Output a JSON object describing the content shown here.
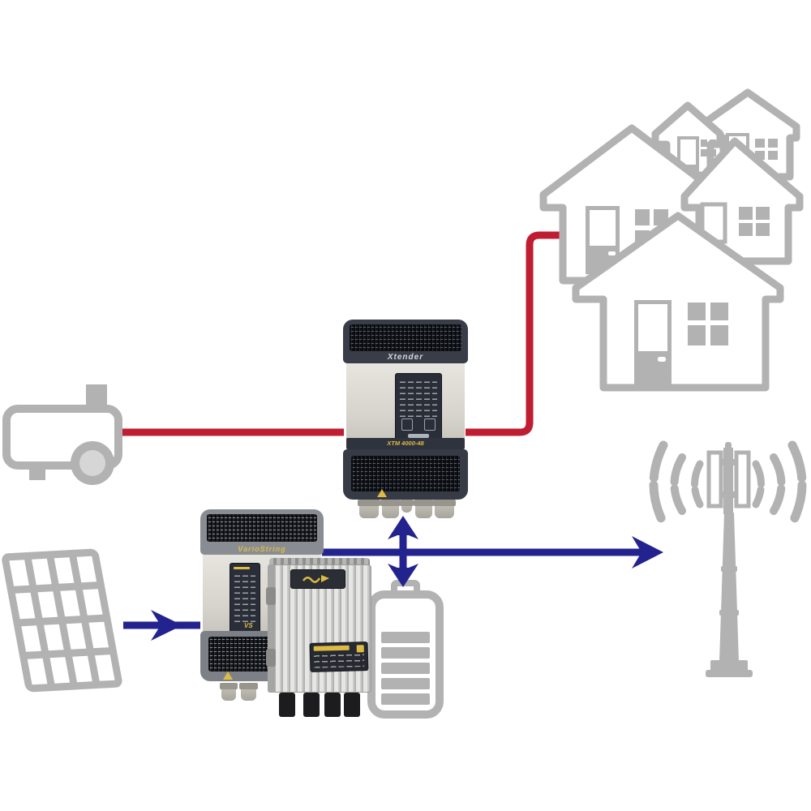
{
  "inverter": {
    "brand_label": "Xtender",
    "model_label": "XTM 4000-48"
  },
  "solar_charger": {
    "brand_label": "VarioString",
    "badge_label": "VS"
  },
  "icons": {
    "houses": "houses-outline-icon",
    "generator": "generator-outline-icon",
    "pv_array": "solar-panel-grid-icon",
    "battery": "battery-outline-icon",
    "telecom_tower": "antenna-tower-icon",
    "radio_waves": "radio-waves-icon"
  },
  "colors": {
    "ac_line": "#bf1d31",
    "dc_line": "#23238f",
    "outline": "#b2b2b2",
    "device_dark": "#383d48",
    "brand_yellow": "#ddbb45"
  }
}
